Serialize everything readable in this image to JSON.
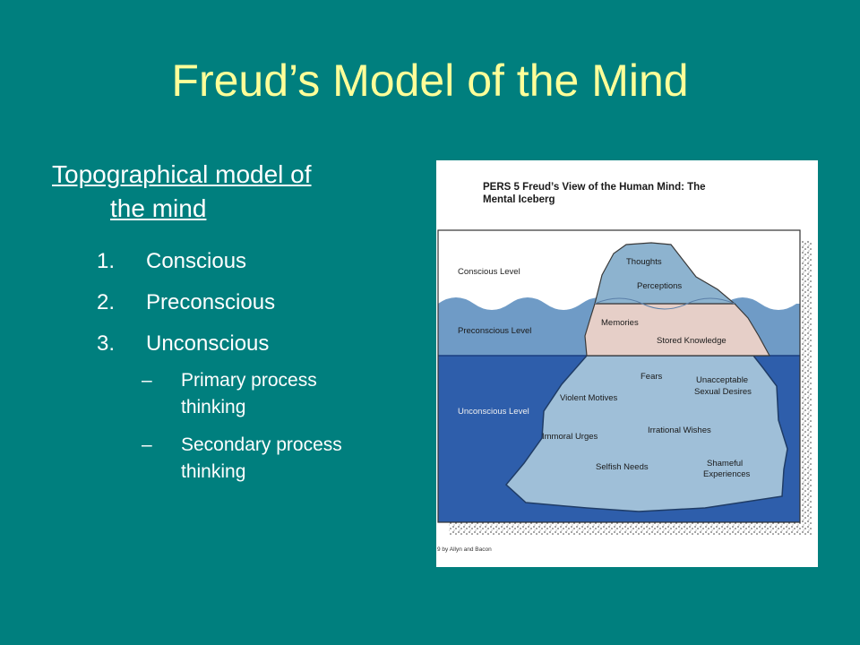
{
  "slide": {
    "title": "Freud’s Model of the Mind",
    "subtitle_line1": "Topographical model of",
    "subtitle_line2": "the mind",
    "items": [
      {
        "num": "1.",
        "label": "Conscious"
      },
      {
        "num": "2.",
        "label": "Preconscious"
      },
      {
        "num": "3.",
        "label": "Unconscious"
      }
    ],
    "subitems": [
      {
        "dash": "–",
        "line1": "Primary process",
        "line2": "thinking"
      },
      {
        "dash": "–",
        "line1": "Secondary process",
        "line2": "thinking"
      }
    ]
  },
  "figure": {
    "header_line1": "PERS 5    Freud’s View of the Human Mind:  The",
    "header_line2": "Mental Iceberg",
    "levels": {
      "conscious": "Conscious Level",
      "preconscious": "Preconscious Level",
      "unconscious": "Unconscious Level"
    },
    "tip_labels": {
      "thoughts": "Thoughts",
      "perceptions": "Perceptions"
    },
    "middle_labels": {
      "memories": "Memories",
      "stored": "Stored Knowledge"
    },
    "deep_labels": {
      "fears": "Fears",
      "unacceptable_1": "Unacceptable",
      "unacceptable_2": "Sexual Desires",
      "violent": "Violent Motives",
      "irrational": "Irrational Wishes",
      "immoral": "Immoral Urges",
      "selfish": "Selfish Needs",
      "shameful_1": "Shameful",
      "shameful_2": "Experiences"
    },
    "credit": "9 by Allyn and Bacon"
  },
  "colors": {
    "background": "#007f7e",
    "title": "#ffff99",
    "sky": "#ffffff",
    "preconscious_water": "#6f9bc6",
    "deep_water": "#2e5eab",
    "ice_tip": "#8db3cf",
    "ice_middle": "#e6cfc8",
    "ice_deep": "#9fbfd8"
  }
}
